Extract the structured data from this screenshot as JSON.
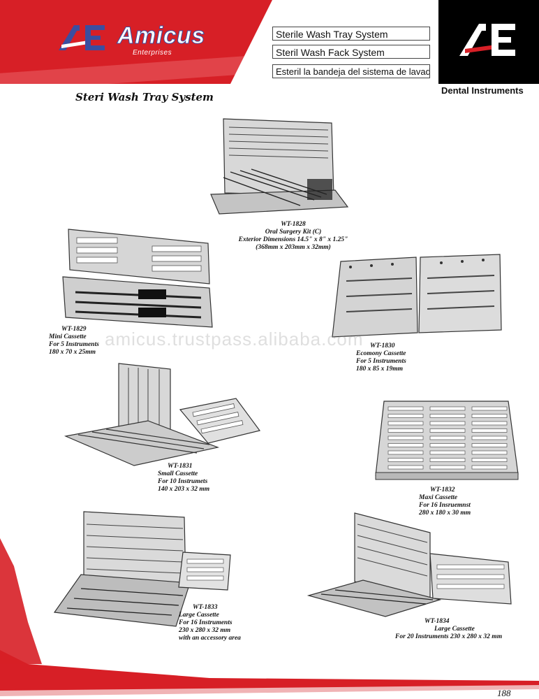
{
  "header": {
    "brand": "Amicus",
    "brand_sub": "Enterprises",
    "titles": [
      "Sterile Wash Tray System",
      "Steril Wash Fack System",
      "Esteril la bandeja del sistema de lavado"
    ],
    "category": "Dental Instruments",
    "colors": {
      "brand_red": "#d71f26",
      "brand_blue": "#3b4ea0",
      "panel_black": "#000000"
    }
  },
  "section_title": "Steri Wash Tray System",
  "products": [
    {
      "code": "WT-1828",
      "lines": [
        "Oral Surgery Kit (C)",
        "Exterior Dimensions 14.5\" x 8\" x 1.25\"",
        "(368mm x 203mm x 32mm)"
      ]
    },
    {
      "code": "WT-1829",
      "lines": [
        "Mini Cassette",
        "For 5 Instruments",
        "180 x 70 x 25mm"
      ]
    },
    {
      "code": "WT-1830",
      "lines": [
        "Ecomony Cassette",
        "For 5 Instruments",
        "180 x 85 x 19mm"
      ]
    },
    {
      "code": "WT-1831",
      "lines": [
        "Small Cassette",
        "For 10 Instrumets",
        "140 x 203 x 32 mm"
      ]
    },
    {
      "code": "WT-1832",
      "lines": [
        "Maxi Cassette",
        "For 16 Insruemnst",
        "280 x 180 x 30 mm"
      ]
    },
    {
      "code": "WT-1833",
      "lines": [
        "Large Cassette",
        "For 16 Instruments",
        "230 x 280 x 32 mm",
        "with an accessory area"
      ]
    },
    {
      "code": "WT-1834",
      "lines": [
        "Large Cassette",
        "For 20 Instruments 230 x 280 x 32 mm"
      ]
    }
  ],
  "watermark": "amicus.trustpass.alibaba.com",
  "page_number": "188"
}
